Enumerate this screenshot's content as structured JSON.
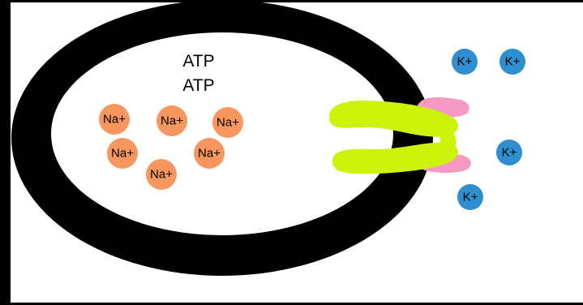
{
  "labels": {
    "atp_top": "ATP",
    "atp_bottom": "ATP",
    "sodium": [
      "Na+",
      "Na+",
      "Na+",
      "Na+",
      "Na+",
      "Na+"
    ],
    "potassium": [
      "K+",
      "K+",
      "K+",
      "K+"
    ]
  },
  "colors": {
    "background": "#ffffff",
    "frame": "#000000",
    "membrane": "#000000",
    "cell_interior": "#ffffff",
    "sodium_ion": "#f7965e",
    "potassium_ion": "#2f8fce",
    "pump_protein": "#ccf20c",
    "binding_site": "#f79ac3"
  }
}
